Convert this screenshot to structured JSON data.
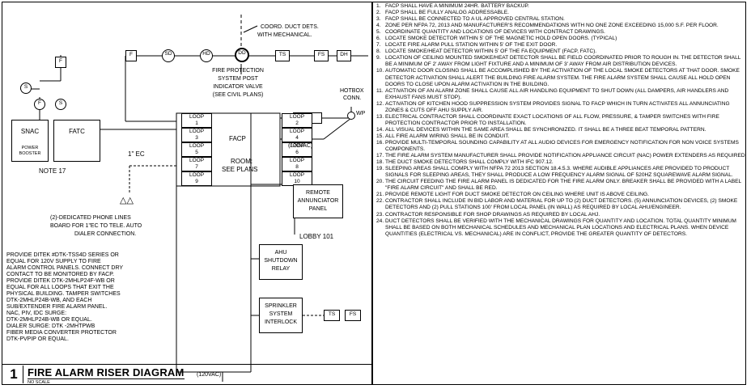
{
  "riser": {
    "coord_note_line1": "COORD. DUCT DETS.",
    "coord_note_line2": "WITH MECHANICAL.",
    "top_devices": [
      "F",
      "SD",
      "HD",
      "DD",
      "TS",
      "FS",
      "DH"
    ],
    "piv_label_line1": "FIRE PROTECTION",
    "piv_label_line2": "SYSTEM POST",
    "piv_label_line3": "INDICATOR VALVE",
    "piv_label_line4": "(SEE CIVIL PLANS)",
    "hotbox_line1": "HOTBOX",
    "hotbox_line2": "CONN.",
    "wp": "WP",
    "piv": "PIV",
    "left_symbols": [
      "S",
      "F",
      "F",
      "S"
    ],
    "snac": "SNAC",
    "power_booster_line1": "POWER",
    "power_booster_line2": "BOOSTER",
    "fatc": "FATC",
    "note17": "NOTE 17",
    "loops_left": [
      {
        "label": "LOOP",
        "num": "1"
      },
      {
        "label": "LOOP",
        "num": "3"
      },
      {
        "label": "LOOP",
        "num": "5"
      },
      {
        "label": "LOOP",
        "num": "7"
      },
      {
        "label": "LOOP",
        "num": "9"
      }
    ],
    "loops_right": [
      {
        "label": "LOOP",
        "num": "2"
      },
      {
        "label": "LOOP",
        "num": "4"
      },
      {
        "label": "LOOP",
        "num": "6"
      },
      {
        "label": "LOOP",
        "num": "8"
      },
      {
        "label": "LOOP",
        "num": "10"
      }
    ],
    "facp": "FACP",
    "room_line1": "ROOM:",
    "room_line2": "SEE PLANS",
    "v120_right": "(120VAC)",
    "conduit": "1\" EC",
    "phone_line1": "(2)-DEDICATED PHONE LINES",
    "phone_line2": "BOARD FOR 1\"EC TO TELE. AUTO",
    "phone_line3": "DIALER CONNECTION.",
    "remote_line1": "REMOTE",
    "remote_line2": "ANNUNCIATOR",
    "remote_line3": "PANEL",
    "lobby": "LOBBY 101",
    "ahu_line1": "AHU",
    "ahu_line2": "SHUTDOWN",
    "ahu_line3": "RELAY",
    "sprinkler_line1": "SPRINKLER",
    "sprinkler_line2": "SYSTEM",
    "sprinkler_line3": "INTERLOCK",
    "ts": "TS",
    "fs": "FS",
    "v120_bottom": "(120VAC)",
    "spec": [
      "PROVIDE DITEK #DTK-TSS4D SERIES OR",
      "EQUAL FOR 120V SUPPLY TO FIRE",
      "ALARM CONTROL PANELS.  CONNECT DRY",
      "CONTACT TO BE MONITORED BY FACP.",
      "PROVIDE DITEK  DTK-2MHLP24F-WB OR",
      "EQUAL FOR ALL LOOPS THAT EXIT THE",
      "PHYSICAL BUILDING. TAMPER SWITCHES",
      "DTK-2MHLP24B-WB, AND EACH",
      "SUB/EXTENDER FIRE ALARM PANEL.",
      "NAC, PIV, IDC SURGE:",
      "DTK-2MHLP24B-WB OR EQUAL.",
      "DIALER SURGE: DTK -2MHTPWB",
      "FIBER MEDIA CONVERTER PROTECTOR",
      "DTK-PVPIP OR EQUAL."
    ],
    "title_number": "1",
    "title": "FIRE ALARM RISER DIAGRAM",
    "scale": "NO SCALE"
  },
  "notes": [
    {
      "n": "1.",
      "text": "FACP SHALL HAVE A MINIMUM 24HR. BATTERY BACKUP."
    },
    {
      "n": "2.",
      "text": "FACP SHALL BE FULLY ANALOG ADDRESSABLE."
    },
    {
      "n": "3.",
      "text": "FACP SHALL BE CONNECTED TO A UL APPROVED CENTRAL STATION."
    },
    {
      "n": "4.",
      "text": "ZONE PER NFPA 72, 2013 AND MANUFACTURER'S RECOMMENDATIONS WITH NO ONE ZONE EXCEEDING 15,000 S.F. PER FLOOR."
    },
    {
      "n": "5.",
      "text": "COORDINATE QUANTITY AND LOCATIONS OF DEVICES WITH CONTRACT DRAWINGS."
    },
    {
      "n": "6.",
      "text": "LOCATE SMOKE DETECTOR WITHIN 5' OF THE MAGNETIC HOLD OPEN DOORS. (TYPICAL)"
    },
    {
      "n": "7.",
      "text": "LOCATE FIRE ALARM PULL STATION WITHIN 5' OF THE EXIT DOOR."
    },
    {
      "n": "8.",
      "text": "LOCATE SMOKE/HEAT DETECTOR WITHIN 5' OF THE FA EQUIPMENT (FACP, FATC)."
    },
    {
      "n": "9.",
      "text": "LOCATION OF CEILING MOUNTED SMOKE/HEAT DETECTOR SHALL BE FIELD COORDINATED PRIOR TO ROUGH IN. THE DETECTOR SHALL BE A MINIMUM OF 2' AWAY FROM LIGHT FIXTURE AND A MINIMUM OF 3' AWAY FROM AIR DISTRIBUTION DEVICES."
    },
    {
      "n": "10.",
      "text": "AUTOMATIC DOOR CLOSING SHALL BE ACCOMPLISHED BY THE ACTIVATION OF THE LOCAL SMOKE DETECTORS AT THAT DOOR. SMOKE DETECTOR ACTIVATION SHALL ALERT THE BUILDING FIRE ALARM SYSTEM. THE FIRE ALARM SYSTEM SHALL CAUSE ALL HOLD OPEN DOORS TO CLOSE UPON ALARM ACTIVATION IN THE BUILDING."
    },
    {
      "n": "11.",
      "text": "ACTIVATION OF AN ALARM ZONE SHALL CAUSE ALL AIR HANDLING EQUIPMENT TO SHUT DOWN (ALL DAMPERS, AIR HANDLERS AND EXHAUST FANS MUST STOP)."
    },
    {
      "n": "12.",
      "text": "ACTIVATION OF KITCHEN HOOD SUPPRESSION SYSTEM PROVIDES SIGNAL TO FACP WHICH IN TURN ACTIVATES ALL ANNUNCIATING ZONES & CUTS OFF AHU SUPPLY AIR."
    },
    {
      "n": "13.",
      "text": "ELECTRICAL CONTRACTOR SHALL COORDINATE EXACT LOCATIONS OF ALL FLOW, PRESSURE, & TAMPER SWITCHES WITH FIRE PROTECTION CONTRACTOR PRIOR TO INSTALLATION."
    },
    {
      "n": "14.",
      "text": "ALL VISUAL DEVICES WITHIN THE SAME AREA SHALL BE SYNCHRONIZED.  IT SHALL BE A THREE BEAT TEMPORAL PATTERN."
    },
    {
      "n": "15.",
      "text": "ALL FIRE ALARM WIRING SHALL BE IN CONDUIT."
    },
    {
      "n": "16.",
      "text": "PROVIDE MULTI-TEMPORAL SOUNDING CAPABILITY AT ALL AUDIO DEVICES FOR EMERGENCY NOTIFICATION FOR NON VOICE SYSTEMS COMPONENTS."
    },
    {
      "n": "17.",
      "text": "THE FIRE ALARM SYSTEM MANUFACTURER SHALL PROVIDE NOTIFICATION APPLIANCE CIRCUIT (NAC) POWER EXTENDERS AS REQUIRED."
    },
    {
      "n": "18.",
      "text": "THE DUCT SMOKE DETECTORS SHALL COMPLY WITH IFC 907.12."
    },
    {
      "n": "19.",
      "text": "SLEEPING AREAS SHALL COMPLY WITH NFPA 72 2013 SECTION 18.4.5.3. WHERE AUDIBLE APPLIANCES ARE PROVIDED TO PRODUCT SIGNALS FOR SLEEPING AREAS, THEY SHALL PRODUCE A LOW FREQUENCY ALARM SIGNAL OF 520HZ SQUAREWAVE ALARM SIGNAL."
    },
    {
      "n": "20.",
      "text": "THE CIRCUIT FEEDING THE FIRE ALARM PANEL IS DEDICATED FOR THE FIRE ALARM ONLY. BREAKER SHALL BE PROVIDED WITH A LABEL \"FIRE ALARM CIRCUIT\" AND SHALL BE RED."
    },
    {
      "n": "21.",
      "text": "PROVIDE REMOTE LIGHT FOR DUCT SMOKE DETECTOR ON CEILING WHERE UNIT IS ABOVE CEILING."
    },
    {
      "n": "22.",
      "text": "CONTRACTOR SHALL INCLUDE IN BID LABOR AND MATERIAL FOR UP TO (2) DUCT DETECTORS. (5) ANNUNCIATION DEVICES, (2) SMOKE DETECTORS AND (2) PULL STATIONS 100' FROM LOCAL PANEL (IN WALL) AS REQUIRED BY LOCAL AHU/ENGINEER."
    },
    {
      "n": "23.",
      "text": "CONTRACTOR RESPONSIBLE FOR SHOP DRAWINGS AS REQUIRED BY LOCAL AHJ."
    },
    {
      "n": "24.",
      "text": "DUCT DETECTORS SHALL BE VERIFIED WITH THE MECHANICAL DRAWINGS FOR QUANTITY AND LOCATION.  TOTAL QUANTITY MINIMUM SHALL BE BASED ON BOTH MECHANICAL SCHEDULES AND MECHANICAL PLAN LOCATIONS AND ELECTRICAL PLANS.  WHEN DEVICE QUANTITIES (ELECTRICAL VS. MECHANICAL) ARE IN CONFLICT, PROVIDE THE GREATER QUANTITY OF DETECTORS."
    }
  ]
}
